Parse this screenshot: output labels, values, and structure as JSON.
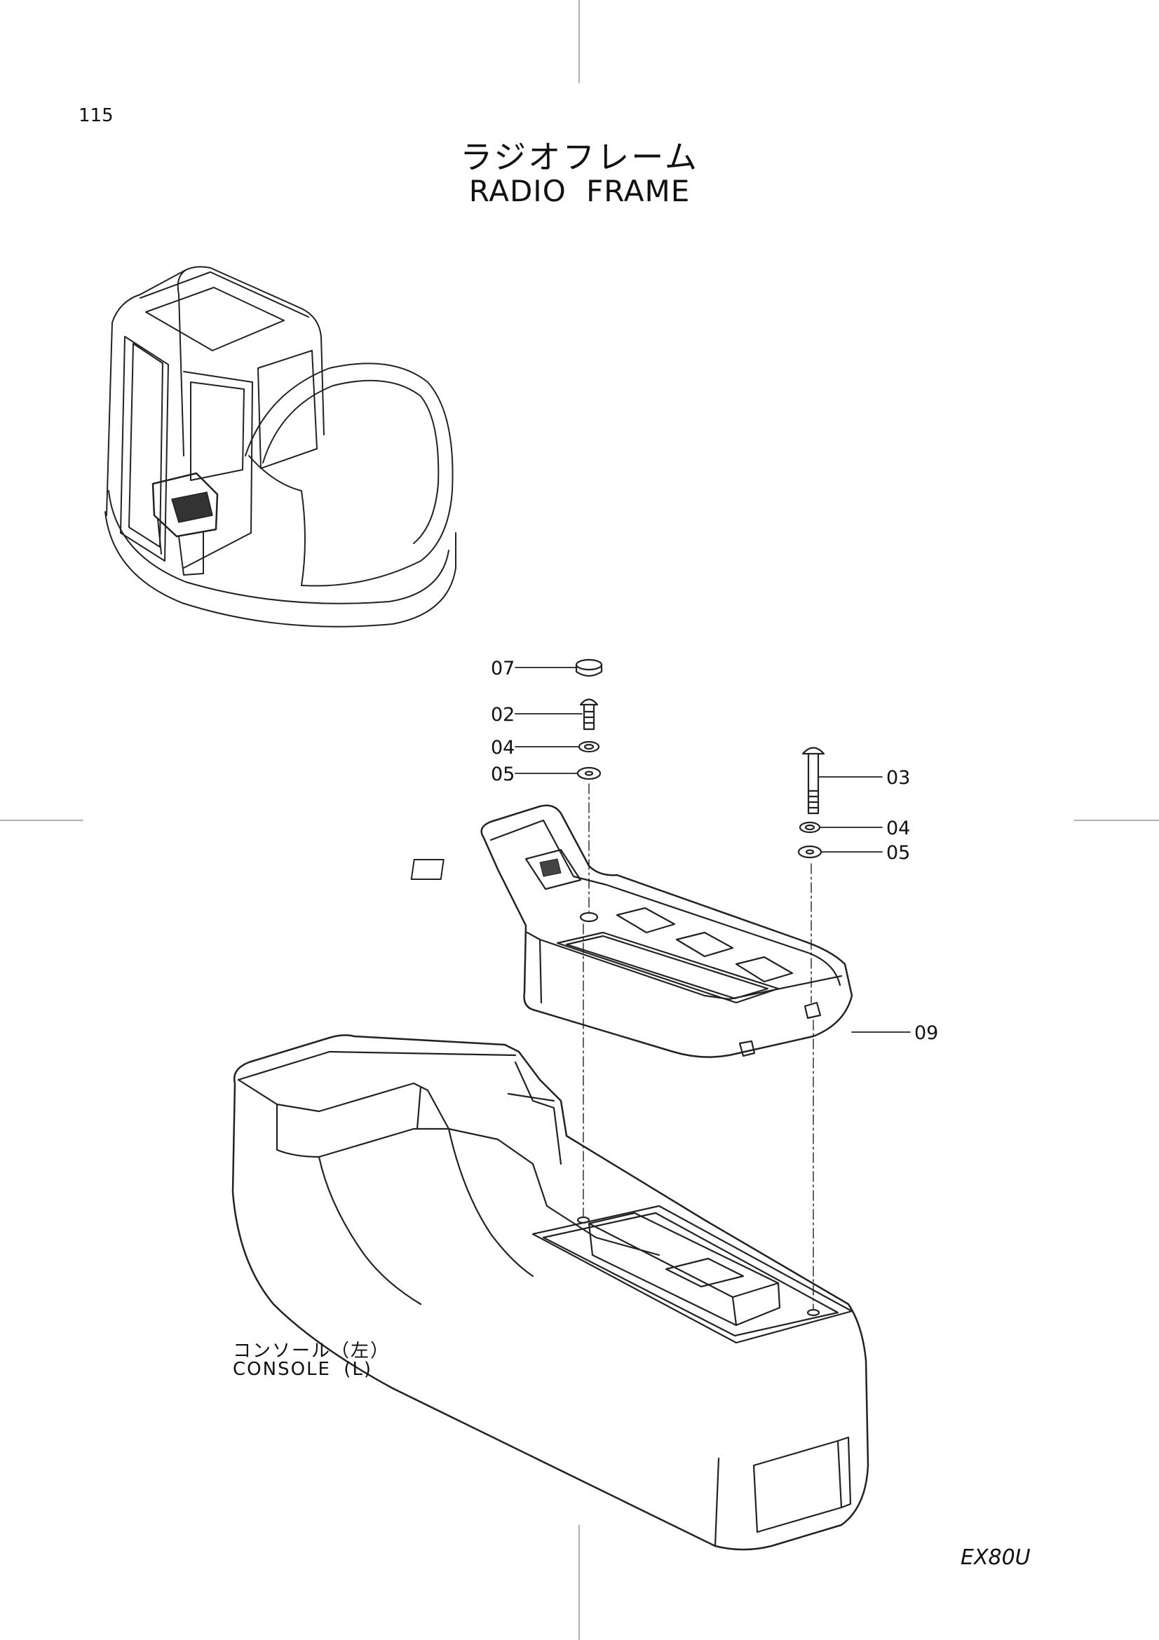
{
  "page_number": "115",
  "title_jp": "ラジオフレーム",
  "title_en": "RADIO  FRAME",
  "console_label_jp": "コンソール（左）",
  "console_label_en": "CONSOLE  (L)",
  "model": "EX80U",
  "part_labels": {
    "p07": "07",
    "p02": "02",
    "p04a": "04",
    "p05a": "05",
    "p03": "03",
    "p04b": "04",
    "p05b": "05",
    "p09": "09"
  }
}
